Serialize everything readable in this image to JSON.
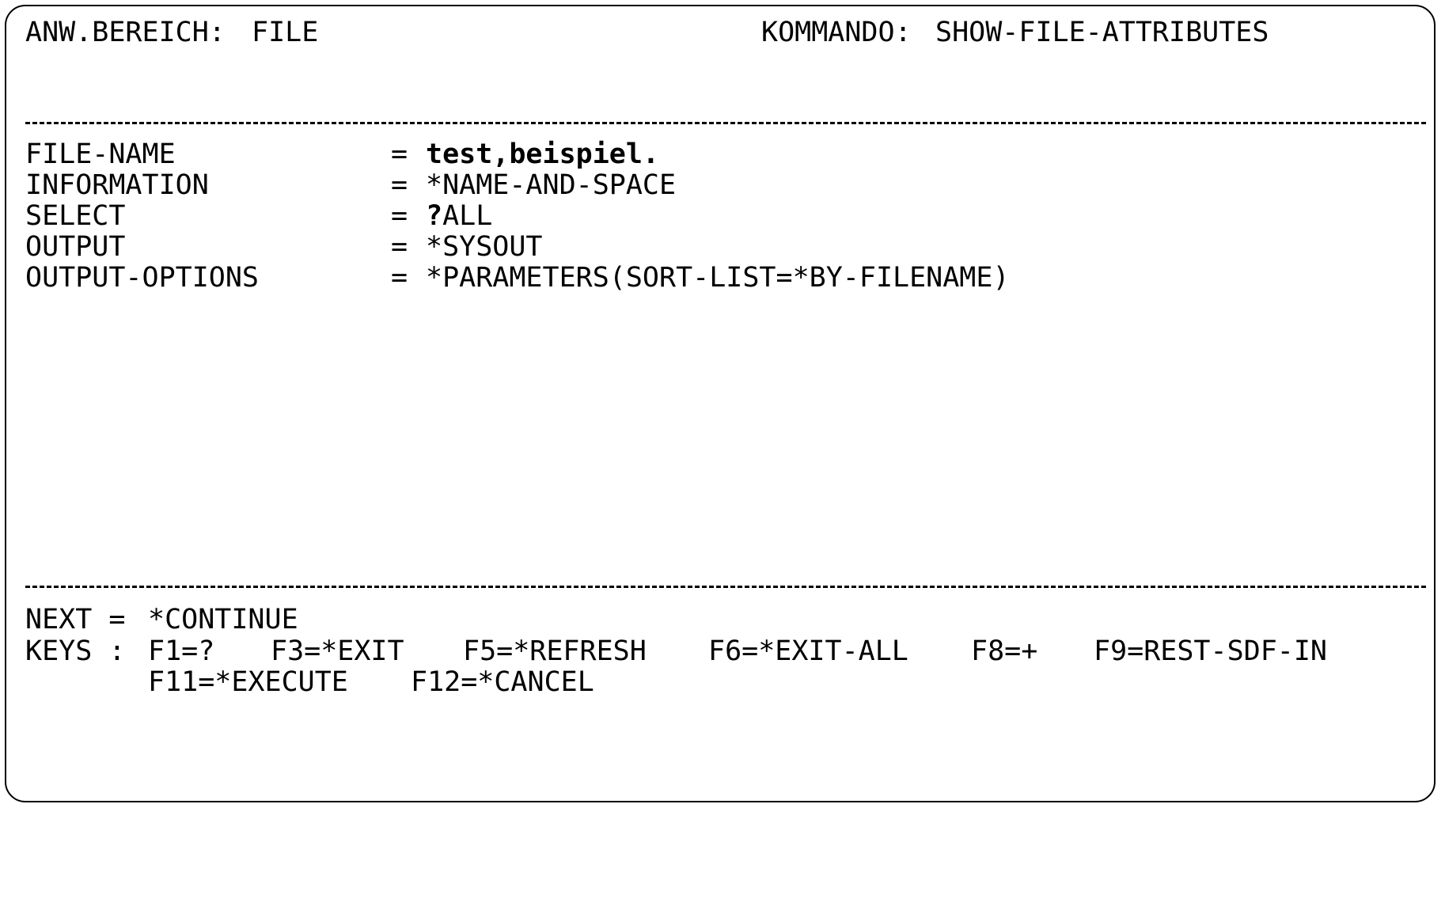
{
  "header": {
    "area_label": "ANW.BEREICH:",
    "area_value": "FILE",
    "command_label": "KOMMANDO:",
    "command_value": "SHOW-FILE-ATTRIBUTES"
  },
  "separator": "-",
  "params": [
    {
      "name": "FILE-NAME",
      "eq": "=",
      "value_prefix": "",
      "value": "test,beispiel."
    },
    {
      "name": "INFORMATION",
      "eq": "=",
      "value_prefix": "",
      "value": "*NAME-AND-SPACE"
    },
    {
      "name": "SELECT",
      "eq": "=",
      "value_prefix": "?",
      "value": "ALL"
    },
    {
      "name": "OUTPUT",
      "eq": "=",
      "value_prefix": "",
      "value": "*SYSOUT"
    },
    {
      "name": "OUTPUT-OPTIONS",
      "eq": "=",
      "value_prefix": "",
      "value": "*PARAMETERS(SORT-LIST=*BY-FILENAME)"
    }
  ],
  "footer": {
    "next_label": "NEXT = ",
    "next_value": "*CONTINUE",
    "keys_label": "KEYS : ",
    "keys": [
      "F1=?",
      "F3=*EXIT",
      "F5=*REFRESH",
      "F6=*EXIT-ALL",
      "F8=+",
      "F9=REST-SDF-IN",
      "F11=*EXECUTE",
      "F12=*CANCEL"
    ]
  }
}
